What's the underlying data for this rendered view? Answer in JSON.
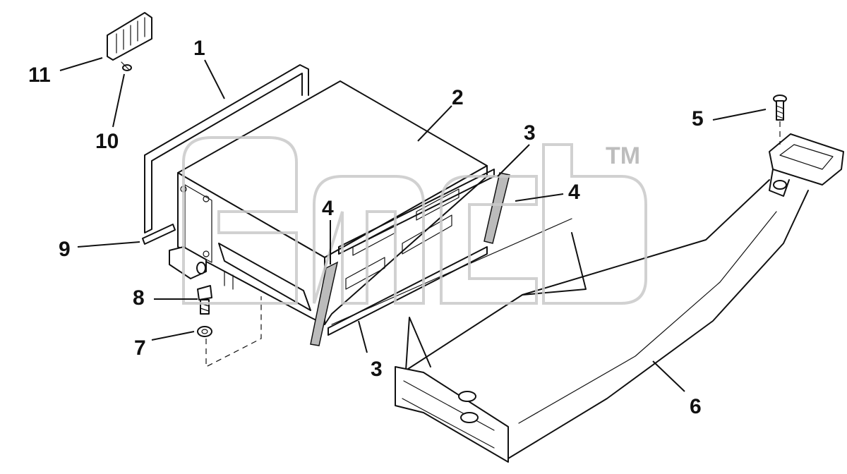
{
  "diagram": {
    "type": "exploded-parts-diagram",
    "watermark": {
      "trademark": "TM"
    },
    "callouts": [
      "1",
      "2",
      "3",
      "3",
      "4",
      "4",
      "5",
      "6",
      "7",
      "8",
      "9",
      "10",
      "11"
    ]
  }
}
